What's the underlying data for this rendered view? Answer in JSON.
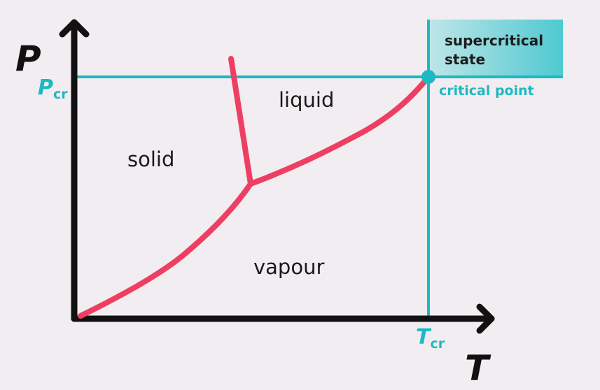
{
  "axes": {
    "y_letter": "P",
    "x_letter": "T"
  },
  "critical_pressure": {
    "symbol": "P",
    "subscript": "cr"
  },
  "critical_temperature": {
    "symbol": "T",
    "subscript": "cr"
  },
  "regions": {
    "solid": "solid",
    "liquid": "liquid",
    "vapour": "vapour"
  },
  "supercritical": {
    "line1": "supercritical",
    "line2": "state"
  },
  "critical_point_label": "critical point",
  "colors": {
    "background": "#f1edf1",
    "axes": "#111111",
    "phase_curve": "#ee3f62",
    "critical_lines": "#1db9c3",
    "supercritical_fill_start": "#bfe6e8",
    "supercritical_fill_end": "#4ec9d0"
  }
}
